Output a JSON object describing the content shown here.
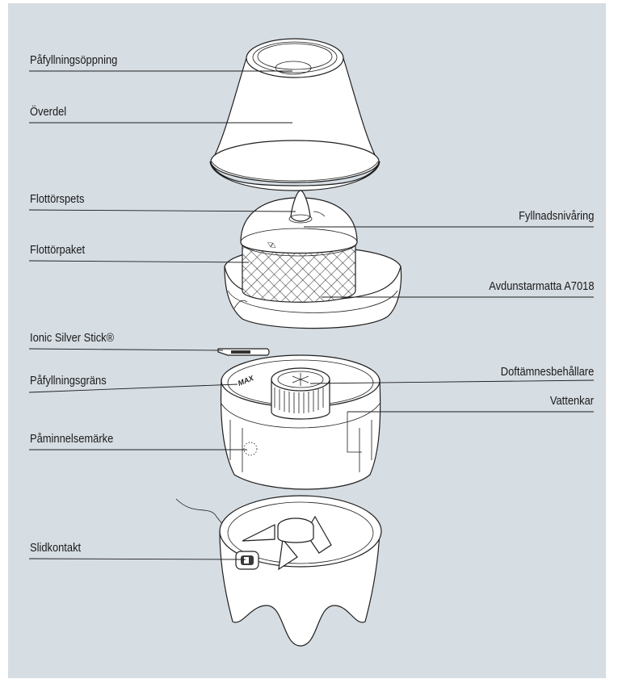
{
  "labels": {
    "fill_opening": "Påfyllningsöppning",
    "top_part": "Överdel",
    "float_tip": "Flottörspets",
    "fill_level_ring": "Fyllnadsnivåring",
    "float_package": "Flottörpaket",
    "evaporator_mat": "Avdunstarmatta A7018",
    "ionic_silver_stick": "Ionic Silver Stick®",
    "scent_container": "Doftämnesbehållare",
    "fill_limit": "Påfyllningsgräns",
    "water_tank": "Vattenkar",
    "reminder_mark": "Påminnelsemärke",
    "slide_switch": "Slidkontakt"
  },
  "markings": {
    "max": "MAX"
  },
  "colors": {
    "panel": "#d6dde3",
    "line": "#1f1f1f",
    "part_fill": "#ffffff"
  }
}
